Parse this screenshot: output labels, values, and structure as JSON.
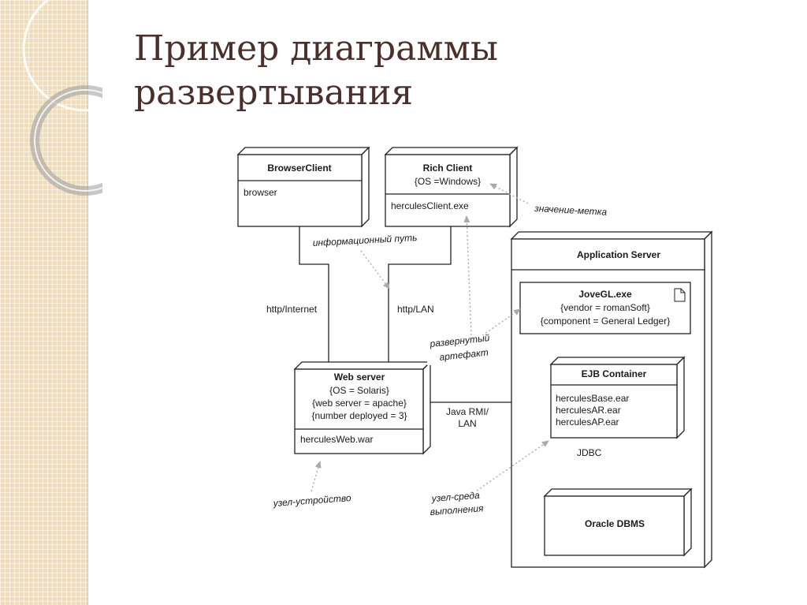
{
  "title": {
    "line1": "Пример диаграммы",
    "line2": "развертывания"
  },
  "nodes": {
    "browser_client": {
      "name": "BrowserClient",
      "artifact": "browser"
    },
    "rich_client": {
      "name": "Rich Client",
      "tag": "{OS =Windows}",
      "artifact": "herculesClient.exe"
    },
    "web_server": {
      "name": "Web server",
      "tags": [
        "{OS = Solaris}",
        "{web server = apache}",
        "{number deployed = 3}"
      ],
      "artifact": "herculesWeb.war"
    },
    "app_server": {
      "name": "Application Server"
    },
    "jovegl": {
      "name": "JoveGL.exe",
      "tags": [
        "{vendor = romanSoft}",
        "{component = General Ledger}"
      ]
    },
    "ejb": {
      "name": "EJB Container",
      "artifacts": [
        "herculesBase.ear",
        "herculesAR.ear",
        "herculesAP.ear"
      ]
    },
    "oracle": {
      "name": "Oracle DBMS"
    }
  },
  "connections": {
    "http_internet": "http/Internet",
    "http_lan": "http/LAN",
    "java_rmi": [
      "Java RMI/",
      "LAN"
    ],
    "jdbc": "JDBC"
  },
  "annotations": {
    "tagged_value": "значение-метка",
    "comm_path": "информационный путь",
    "deployed_artifact": [
      "развернутый",
      "артефакт"
    ],
    "device_node": "узел-устройство",
    "exec_env": [
      "узел-среда",
      "выполнения"
    ]
  },
  "colors": {
    "title": "#4a2f2b",
    "side_strip": "#f1deb9",
    "annotation_arrow": "#aaaaaa"
  }
}
